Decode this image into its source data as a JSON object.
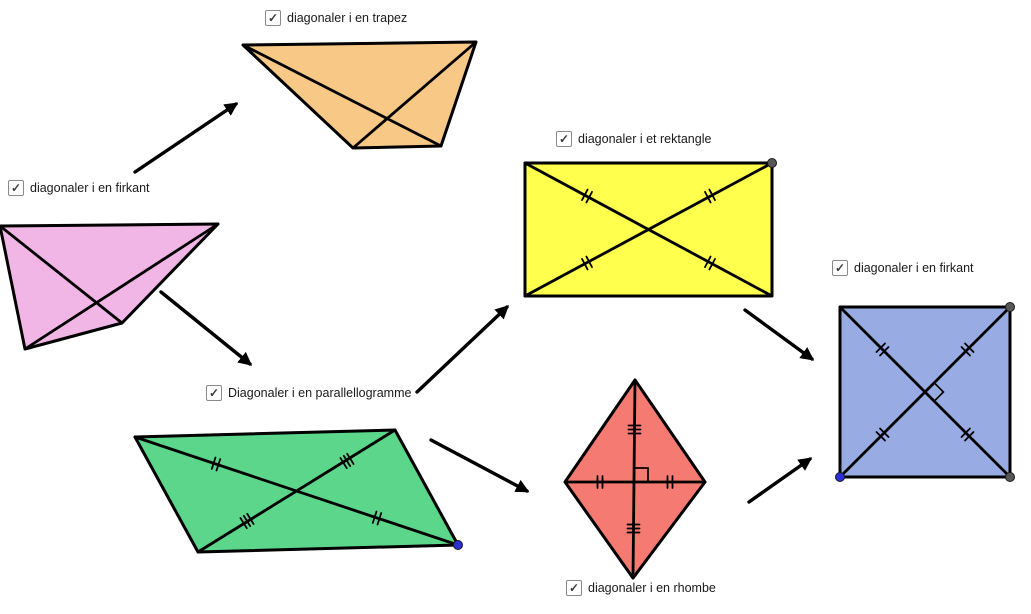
{
  "ui": {
    "check_glyph": "✓",
    "background": "#ffffff"
  },
  "colors": {
    "stroke": "#000000",
    "gray_point": "#565656",
    "blue_point": "#2d2dd5"
  },
  "shapes": {
    "firkant_left": {
      "label": "diagonaler i en firkant",
      "fill": "#F2B6E6",
      "checked": true
    },
    "trapez": {
      "label": "diagonaler i en trapez",
      "fill": "#F8C886",
      "checked": true
    },
    "rektangle": {
      "label": "diagonaler i et rektangle",
      "fill": "#FFFF4D",
      "checked": true
    },
    "parallellogramme": {
      "label": "Diagonaler i en parallellogramme",
      "fill": "#5CD68A",
      "checked": true
    },
    "rhombe": {
      "label": "diagonaler i en rhombe",
      "fill": "#F57B72",
      "checked": true
    },
    "firkant_right": {
      "label": "diagonaler i en firkant",
      "fill": "#98ABE2",
      "checked": true
    }
  }
}
